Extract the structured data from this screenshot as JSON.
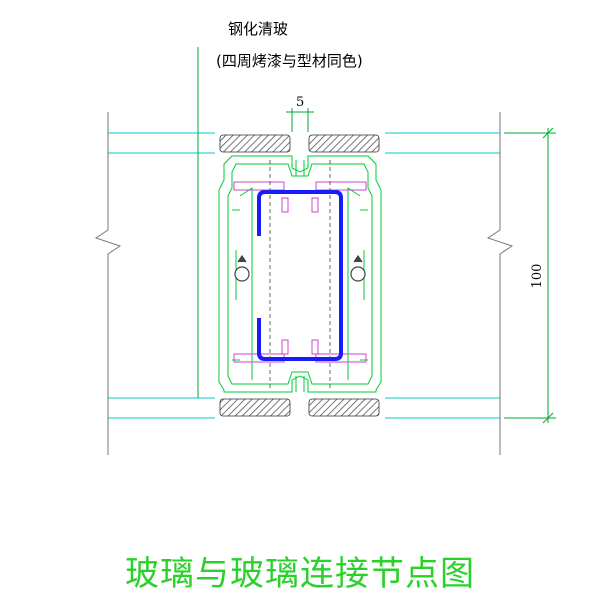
{
  "annotation": {
    "line1": "钢化清玻",
    "line2": "(四周烤漆与型材同色)"
  },
  "dimensions": {
    "gap": "5",
    "height": "100"
  },
  "title": "玻璃与玻璃连接节点图",
  "colors": {
    "glass_lines": "#00c8c8",
    "profile": "#00cc33",
    "steel_tube": "#1a1aff",
    "gasket": "#cc44cc",
    "dimension": "#00aa33",
    "title": "#2bd12b"
  }
}
